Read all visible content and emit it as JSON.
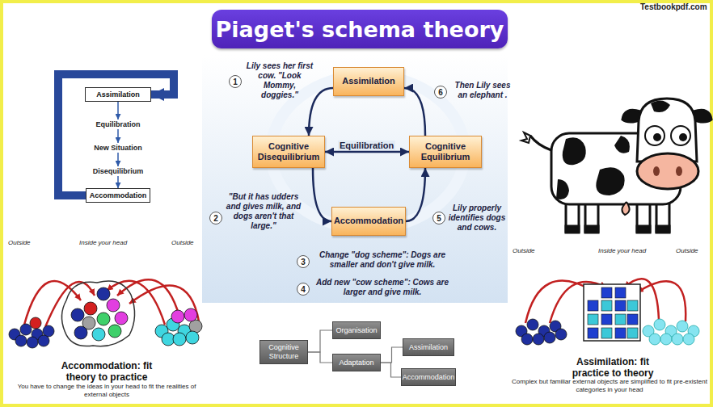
{
  "diagram": {
    "title": "Piaget's schema theory",
    "nodes": [
      {
        "text": [
          "Assimilation"
        ]
      },
      {
        "text": [
          "Equilibration"
        ]
      },
      {
        "text": [
          "New Situation"
        ]
      },
      {
        "text": [
          "Disequilibrium"
        ]
      },
      {
        "text": [
          "Accommodation"
        ]
      },
      {
        "text": [
          "Assimilation"
        ]
      },
      {
        "text": [
          "Cognitive Disequilibrium"
        ]
      },
      {
        "text": [
          "Cognitive Equilibrium"
        ]
      },
      {
        "text": [
          "Accommodation"
        ]
      },
      {
        "text": [
          "Cognitive Structure"
        ]
      },
      {
        "text": [
          "Organisation"
        ]
      },
      {
        "text": [
          "Adaptation"
        ]
      },
      {
        "text": [
          "Assimilation"
        ]
      },
      {
        "text": [
          "Accommodation"
        ]
      }
    ],
    "edges": [
      {
        "from": 0,
        "to": 1,
        "arrow": "to"
      },
      {
        "from": 1,
        "to": 2,
        "arrow": "to"
      },
      {
        "from": 2,
        "to": 3,
        "arrow": "to"
      },
      {
        "from": 3,
        "to": 4,
        "arrow": "to"
      },
      {
        "from": 4,
        "to": 0,
        "arrow": "to"
      },
      {
        "from": 5,
        "to": 6,
        "arrow": "to"
      },
      {
        "from": 6,
        "to": 8,
        "arrow": "to"
      },
      {
        "from": 8,
        "to": 7,
        "arrow": "to"
      },
      {
        "from": 7,
        "to": 5,
        "arrow": "to"
      },
      {
        "from": 6,
        "to": 7,
        "label": "Equilibration",
        "arrow": "both"
      },
      {
        "from": 9,
        "to": 10,
        "arrow": "none"
      },
      {
        "from": 9,
        "to": 11,
        "arrow": "none"
      },
      {
        "from": 11,
        "to": 12,
        "arrow": "none"
      },
      {
        "from": 11,
        "to": 13,
        "arrow": "none"
      }
    ],
    "labels": [
      "Testbookpdf.com",
      "1",
      "Lily sees her first cow. \"Look Mommy, doggies.\"",
      "6",
      "Then Lily sees an elephant .",
      "2",
      "\"But it has udders and gives milk, and dogs aren't that large.\"",
      "5",
      "Lily properly identifies dogs and cows.",
      "3",
      "Change \"dog scheme\": Dogs are smaller and don't give milk.",
      "4",
      "Add new \"cow scheme\": Cows are larger and give milk.",
      "Outside",
      "Inside your head",
      "Outside",
      "Accommodation: fit theory to practice",
      "You have to change the ideas in your head to fit the realities of external objects",
      "Outside",
      "Inside your head",
      "Outside",
      "Assimilation: fit practice to theory",
      "Complex but familiar external objects are simplified to fit pre-existent categories in your head"
    ]
  }
}
